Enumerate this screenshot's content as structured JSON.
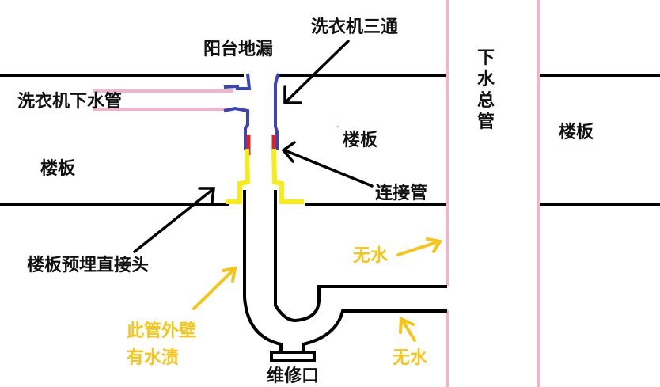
{
  "labels": {
    "floor_drain": "阳台地漏",
    "washer_tee": "洗衣机三通",
    "washer_drain_hose": "洗衣机下水管",
    "slab_center": "楼板",
    "slab_left": "楼板",
    "slab_right": "楼板",
    "main_stack": "下水总管",
    "connector": "连接管",
    "embedded_joint": "楼板预埋直接头",
    "no_water_1": "无水",
    "no_water_2": "无水",
    "wet_wall_line1": "此管外壁",
    "wet_wall_line2": "有水渍",
    "cleanout": "维修口"
  },
  "colors": {
    "pipe": "#000000",
    "stack": "#f4b3cc",
    "hose": "#f4b3cc",
    "tee": "#3b44b8",
    "connector": "#d8232a",
    "joint": "#f7ec1a",
    "annotation": "#f5c518"
  }
}
